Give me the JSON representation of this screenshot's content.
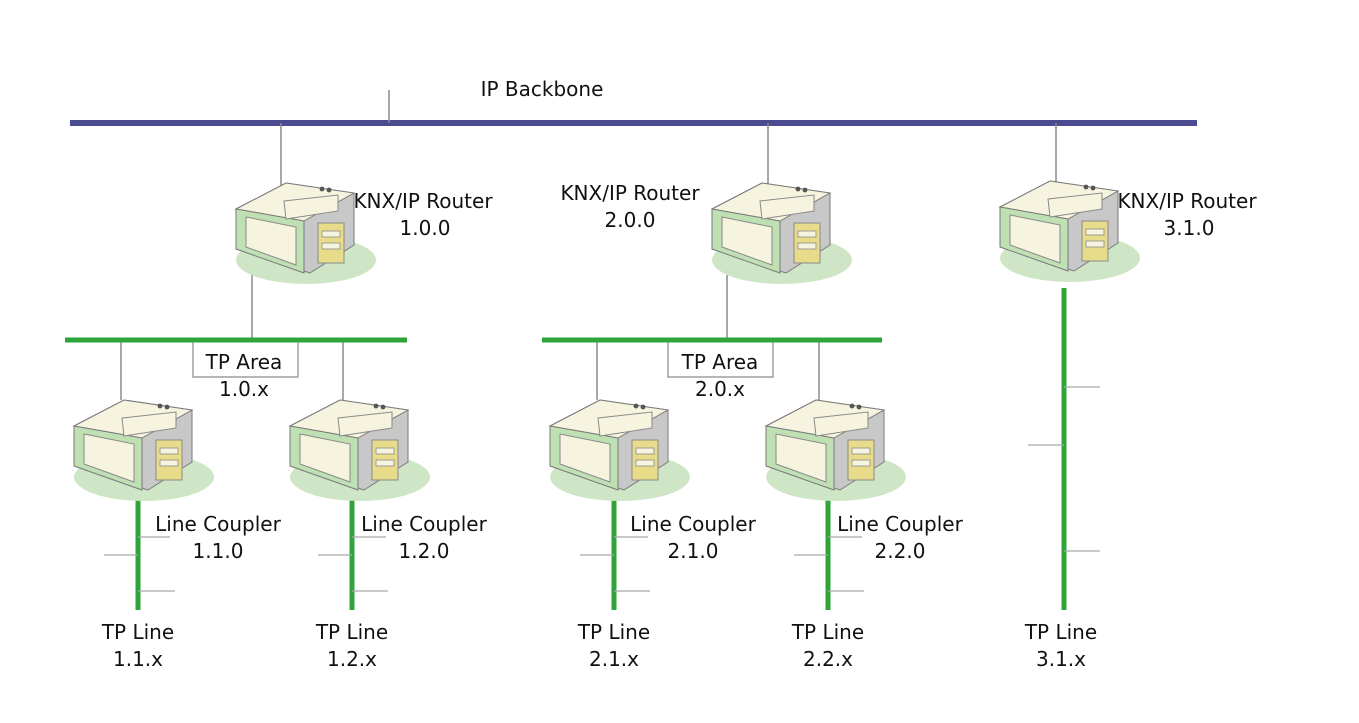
{
  "backbone": {
    "label": "IP Backbone"
  },
  "routers": [
    {
      "name": "KNX/IP Router",
      "address": "1.0.0"
    },
    {
      "name": "KNX/IP Router",
      "address": "2.0.0"
    },
    {
      "name": "KNX/IP Router",
      "address": "3.1.0"
    }
  ],
  "areas": [
    {
      "name": "TP Area",
      "address": "1.0.x"
    },
    {
      "name": "TP Area",
      "address": "2.0.x"
    }
  ],
  "couplers": [
    {
      "name": "Line Coupler",
      "address": "1.1.0"
    },
    {
      "name": "Line Coupler",
      "address": "1.2.0"
    },
    {
      "name": "Line Coupler",
      "address": "2.1.0"
    },
    {
      "name": "Line Coupler",
      "address": "2.2.0"
    }
  ],
  "lines": [
    {
      "name": "TP Line",
      "address": "1.1.x"
    },
    {
      "name": "TP Line",
      "address": "1.2.x"
    },
    {
      "name": "TP Line",
      "address": "2.1.x"
    },
    {
      "name": "TP Line",
      "address": "2.2.x"
    },
    {
      "name": "TP Line",
      "address": "3.1.x"
    }
  ],
  "colors": {
    "backbone": "#4b4b8f",
    "tp_bus": "#2ea43a",
    "connector": "#8a8a8a",
    "shadow": "#cfe6c6",
    "device_light": "#f6f3df",
    "device_gray": "#c8c8c8",
    "device_green": "#bfe0b3",
    "device_yellow": "#e8dc8a"
  },
  "icons": {
    "device": "network-device-icon"
  }
}
